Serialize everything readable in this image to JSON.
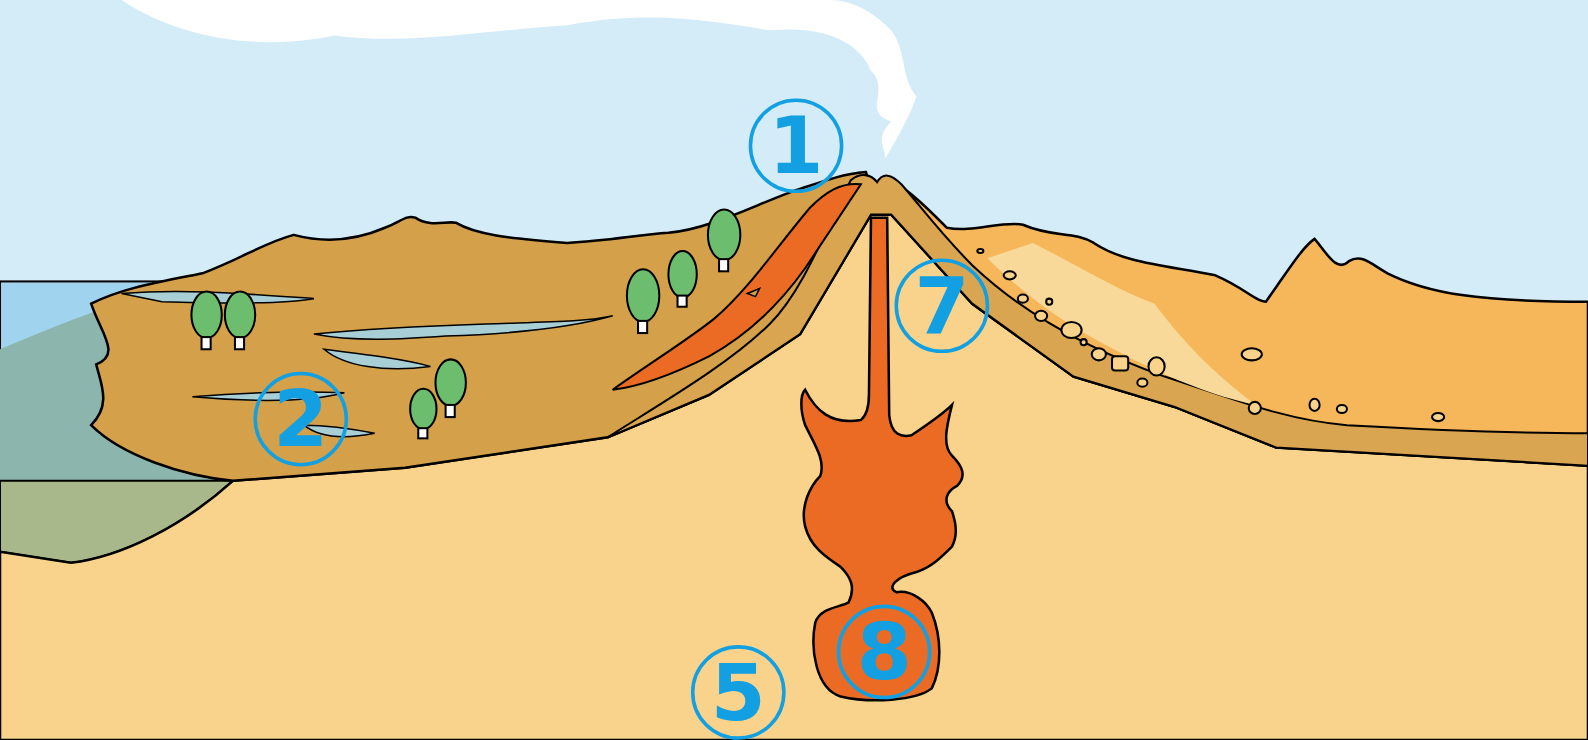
{
  "diagram": {
    "nodes": [
      {
        "text": [
          "1"
        ]
      },
      {
        "text": [
          "7"
        ]
      },
      {
        "text": [
          "2"
        ]
      },
      {
        "text": [
          "8"
        ]
      },
      {
        "text": [
          "5"
        ]
      }
    ]
  }
}
